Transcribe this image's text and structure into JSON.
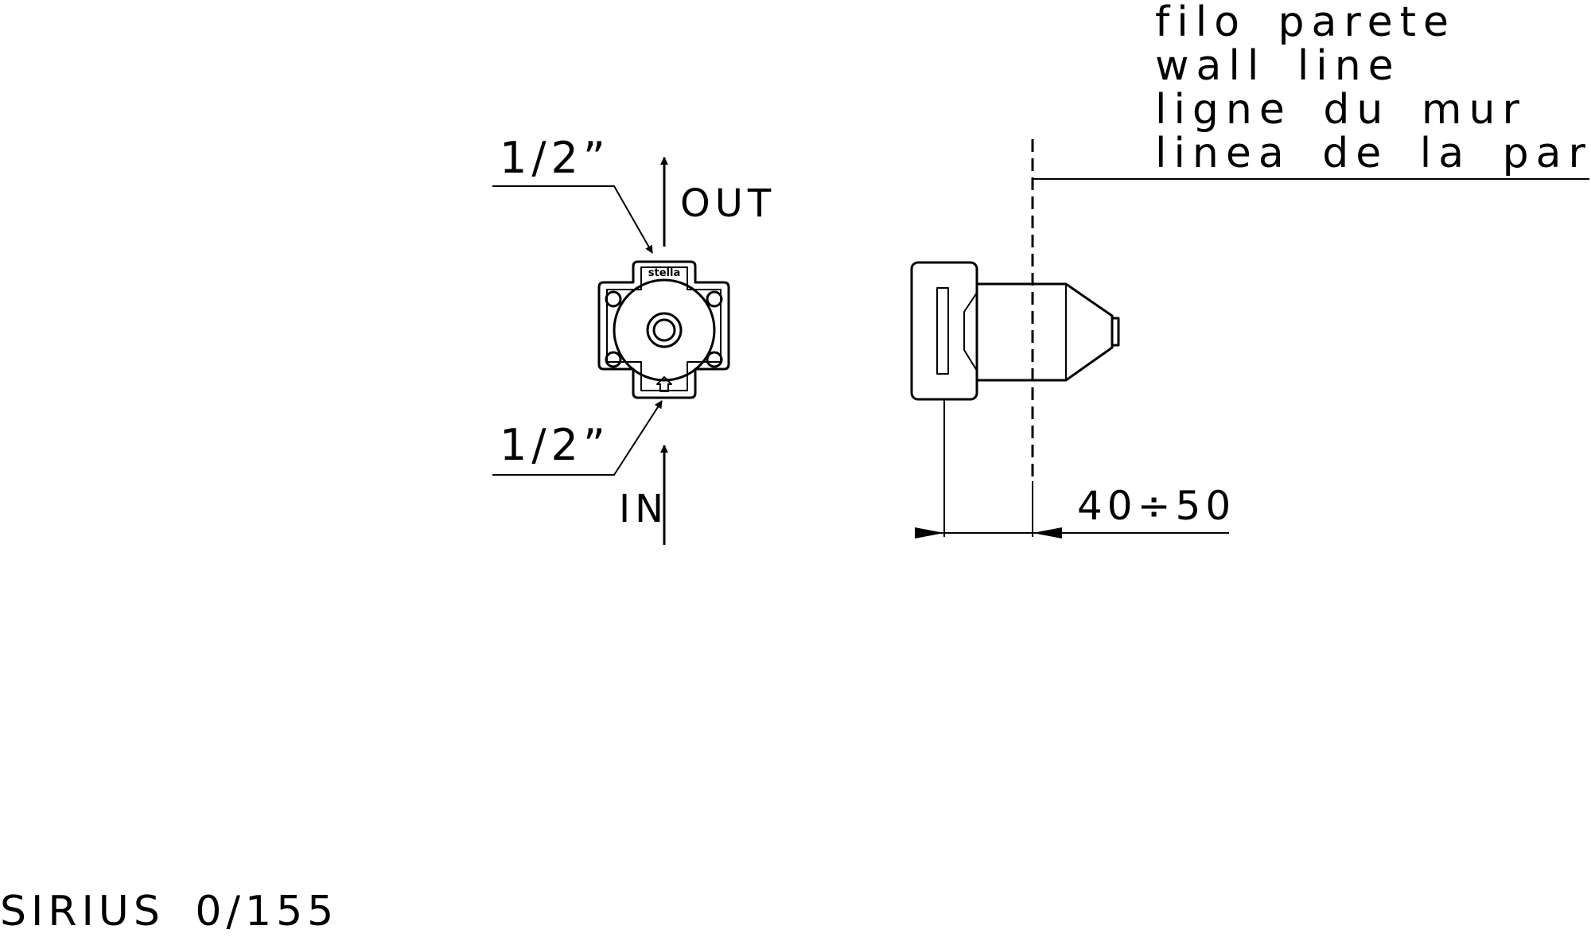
{
  "front_view": {
    "top_connection": "1/2”",
    "bottom_connection": "1/2”",
    "outlet_label": "OUT",
    "inlet_label": "IN",
    "brand_mark": "stella"
  },
  "side_view": {
    "wall_line_labels": [
      "filo parete",
      "wall line",
      "ligne du mur",
      "linea de la pared"
    ],
    "depth_dimension": "40÷50"
  },
  "model_code": "SIRIUS 0/155",
  "colors": {
    "line": "#000000",
    "background": "#ffffff"
  }
}
